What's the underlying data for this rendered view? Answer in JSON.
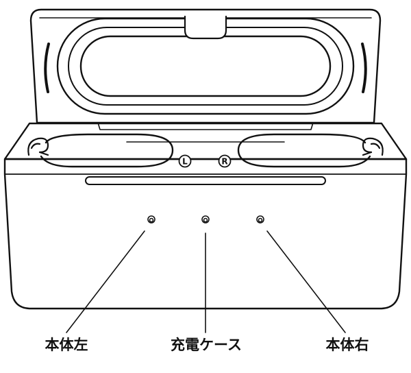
{
  "labels": {
    "left_earbud": "本体左",
    "charging_case": "充電ケース",
    "right_earbud": "本体右"
  },
  "slot_marks": {
    "left": "L",
    "right": "R"
  },
  "colors": {
    "line": "#111111",
    "background": "#ffffff"
  }
}
